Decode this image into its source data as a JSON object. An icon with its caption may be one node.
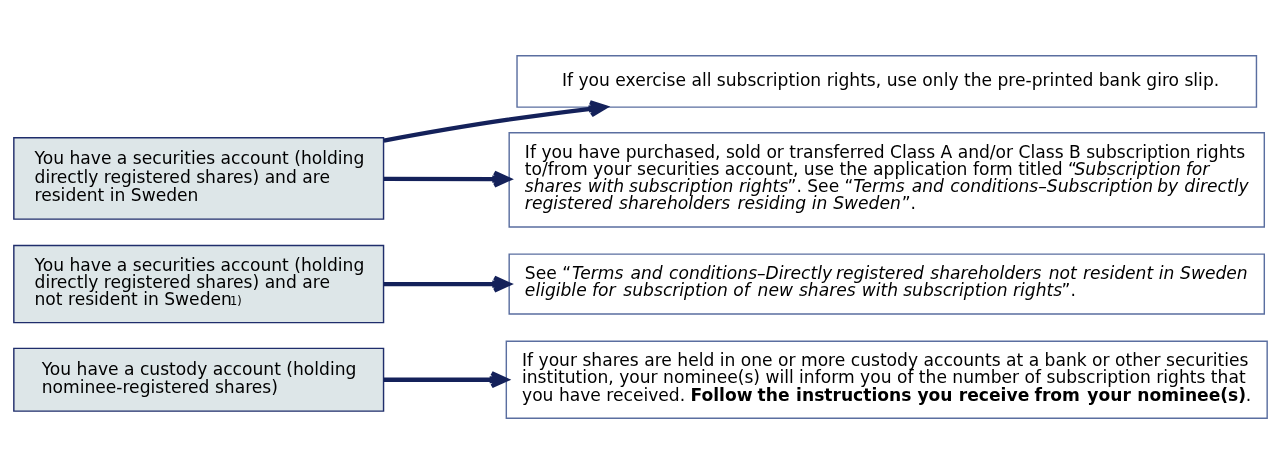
{
  "diagram": {
    "nodes": [
      {
        "text": [
          "You have a securities account (holding directly registered shares) and are resident in Sweden"
        ]
      },
      {
        "text": [
          "If you exercise all subscription rights, use only the pre-printed bank giro slip."
        ]
      },
      {
        "text": [
          "If you have purchased, sold or transferred Class A and/or Class B subscription rights to/from your securities account, use the application form titled “*Subscription for shares with subscription rights*”. See “*Terms and conditions–Subscription by directly registered shareholders residing in Sweden*”."
        ]
      },
      {
        "text": [
          "You have a securities account (holding directly registered shares) and are not resident in Sweden$^{1)}$"
        ]
      },
      {
        "text": [
          "See “*Terms and conditions–Directly registered shareholders not resident in Sweden eligible for subscription of new shares with subscription rights*”."
        ]
      },
      {
        "text": [
          "You have a custody account (holding nominee-registered shares)"
        ]
      },
      {
        "text": [
          "If your shares are held in one or more custody accounts at a bank or other securities institution, your nominee(s) will inform you of the number of subscription rights that you have received. **Follow the instructions you receive from your nominee(s)**."
        ]
      }
    ],
    "edges": [
      {
        "from": 0,
        "to": 1,
        "arrow": "to"
      },
      {
        "from": 0,
        "to": 2,
        "arrow": "to"
      },
      {
        "from": 3,
        "to": 4,
        "arrow": "to"
      },
      {
        "from": 5,
        "to": 6,
        "arrow": "to"
      }
    ]
  }
}
